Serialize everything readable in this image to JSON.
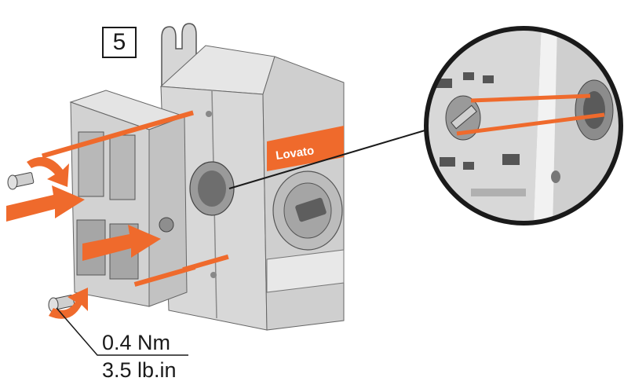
{
  "step": {
    "number": "5"
  },
  "brand": {
    "logo_text": "Lovato"
  },
  "torque": {
    "nm": "0.4 Nm",
    "lbin": "3.5 lb.in"
  },
  "colors": {
    "accent": "#ef6a2c",
    "body": "#dcdcdc",
    "body_shade": "#bdbdbd",
    "line": "#1a1a1a",
    "dark": "#6e6e6e"
  }
}
